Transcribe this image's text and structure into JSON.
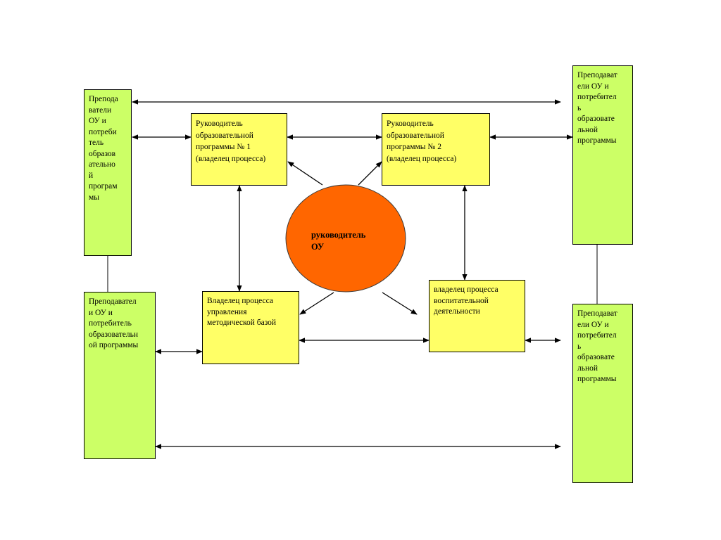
{
  "colors": {
    "participant_fill": "#ccff66",
    "process_fill": "#ffff66",
    "head_fill": "#ff6600",
    "line": "#000000"
  },
  "participants": {
    "top_left": "Препода\nватели\nОУ и\nпотреби\nтель\nобразов\nательно\nй\nпрограм\nмы",
    "bottom_left": "Преподавател\nи ОУ и\nпотребитель\nобразовательн\nой программы",
    "top_right": "Преподават\nели ОУ и\nпотребител\nь\nобразовате\nльной\nпрограммы",
    "bottom_right": "Преподават\nели ОУ и\nпотребител\nь\nобразовате\nльной\nпрограммы"
  },
  "processes": {
    "program1": "Руководитель\nобразовательной\nпрограммы № 1\n(владелец процесса)",
    "program2": "Руководитель\nобразовательной\nпрограммы № 2\n(владелец процесса)",
    "methodical": "Владелец процесса\nуправления\nметодической базой",
    "upbringing": "владелец процесса\nвоспитательной\nдеятельности"
  },
  "head": {
    "label": "руководитель\nОУ"
  }
}
